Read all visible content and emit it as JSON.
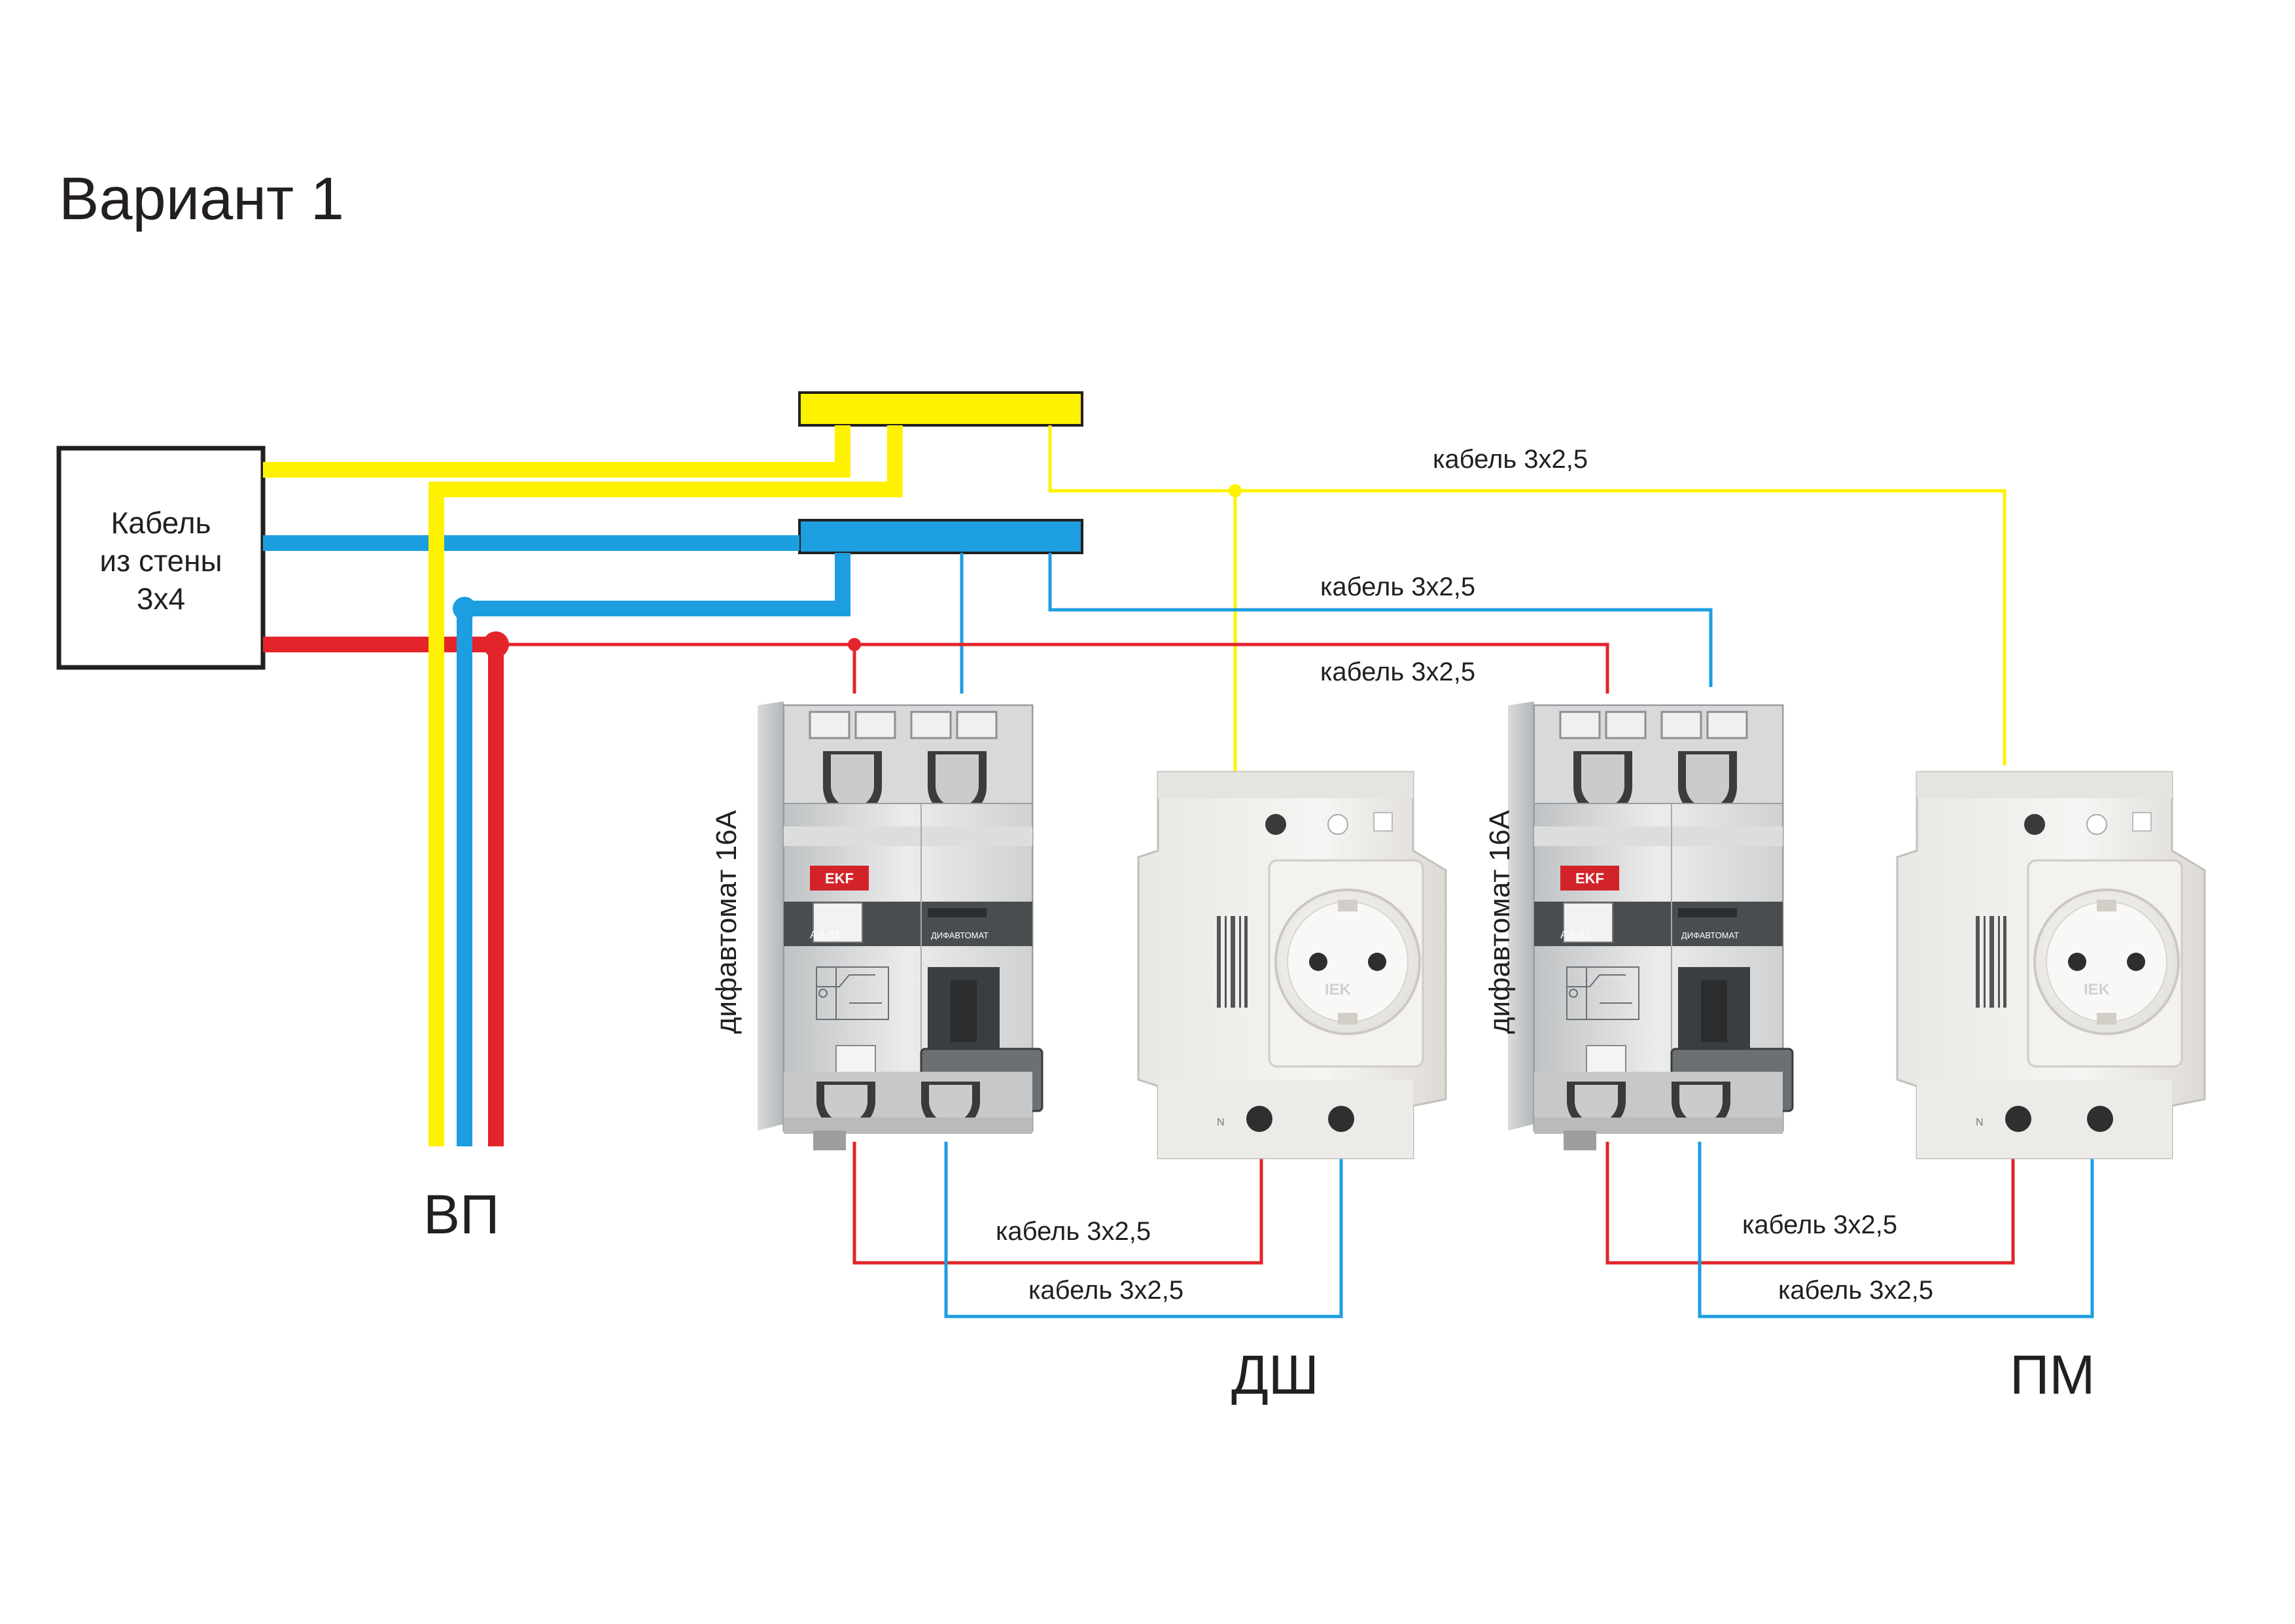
{
  "title": "Вариант 1",
  "source_box": {
    "lines": [
      "Кабель",
      "из стены",
      "3х4"
    ]
  },
  "labels": {
    "vp": "ВП",
    "dsh": "ДШ",
    "pm": "ПМ",
    "breaker_left": "дифавтомат 16А",
    "breaker_right": "дифавтомат 16А"
  },
  "cable_labels": {
    "yellow_top": "кабель 3х2,5",
    "blue_mid": "кабель 3х2,5",
    "red_mid": "кабель 3х2,5",
    "left_red_bottom": "кабель 3х2,5",
    "left_blue_bottom": "кабель 3х2,5",
    "right_red_bottom": "кабель 3х2,5",
    "right_blue_bottom": "кабель 3х2,5"
  },
  "device_markings": {
    "brand": "EKF",
    "model": "АД-32",
    "type": "ДИФАВТОМАТ",
    "socket_brand": "IEK",
    "mark_n": "N"
  },
  "colors": {
    "phase": "#e3242b",
    "neutral": "#1d9ee0",
    "earth": "#fff200",
    "outline": "#231f20"
  }
}
